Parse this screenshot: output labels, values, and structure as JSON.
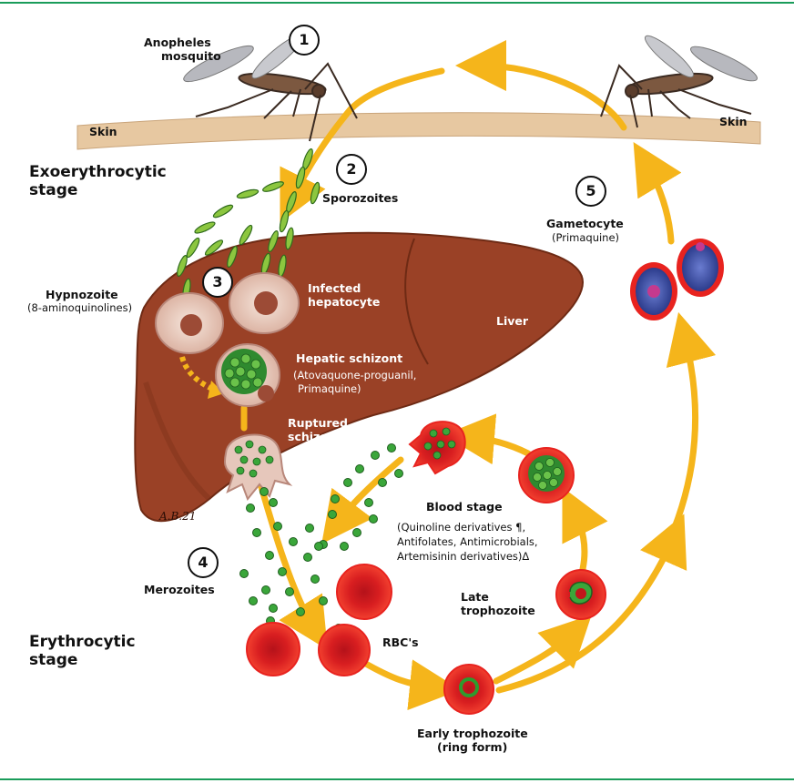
{
  "colors": {
    "frame_line": "#1a9c5a",
    "arrow": "#f5b51b",
    "liver": "#9a4126",
    "liver_dark": "#6e2a14",
    "skin": "#e7c8a1",
    "rbc": "#e8231f",
    "parasite": "#2e9b2e",
    "gametocyte": "#3a4fa0"
  },
  "labels": {
    "mosquito": [
      "Anopheles",
      "mosquito"
    ],
    "skin": "Skin",
    "exo_stage": [
      "Exoerythrocytic",
      "stage"
    ],
    "sporozoites": "Sporozoites",
    "hypnozoite": "Hypnozoite",
    "hypnozoite_drug": "(8-aminoquinolines)",
    "infected_hepatocyte": [
      "Infected",
      "hepatocyte"
    ],
    "liver": "Liver",
    "hepatic_schizont": "Hepatic schizont",
    "hepatic_drug": [
      "(Atovaquone-proguanil,",
      "Primaquine)"
    ],
    "ruptured_schizont": [
      "Ruptured",
      "schizont"
    ],
    "merozoites": "Merozoites",
    "blood_stage": "Blood stage",
    "blood_drugs": [
      "(Quinoline derivatives ¶,",
      "Antifolates, Antimicrobials,",
      "Artemisinin derivatives)Δ"
    ],
    "late_trophozoite": [
      "Late",
      "trophozoite"
    ],
    "rbcs": "RBC's",
    "early_trophozoite": [
      "Early trophozoite",
      "(ring form)"
    ],
    "gametocyte": "Gametocyte",
    "gametocyte_drug": "(Primaquine)",
    "ery_stage": [
      "Erythrocytic",
      "stage"
    ],
    "signature": "A.B.21"
  },
  "steps": [
    "1",
    "2",
    "3",
    "4",
    "5"
  ],
  "icons": [
    "mosquito-icon",
    "sporozoite-icon",
    "hepatocyte-icon",
    "schizont-icon",
    "rbc-icon",
    "merozoite-icon",
    "gametocyte-icon"
  ]
}
